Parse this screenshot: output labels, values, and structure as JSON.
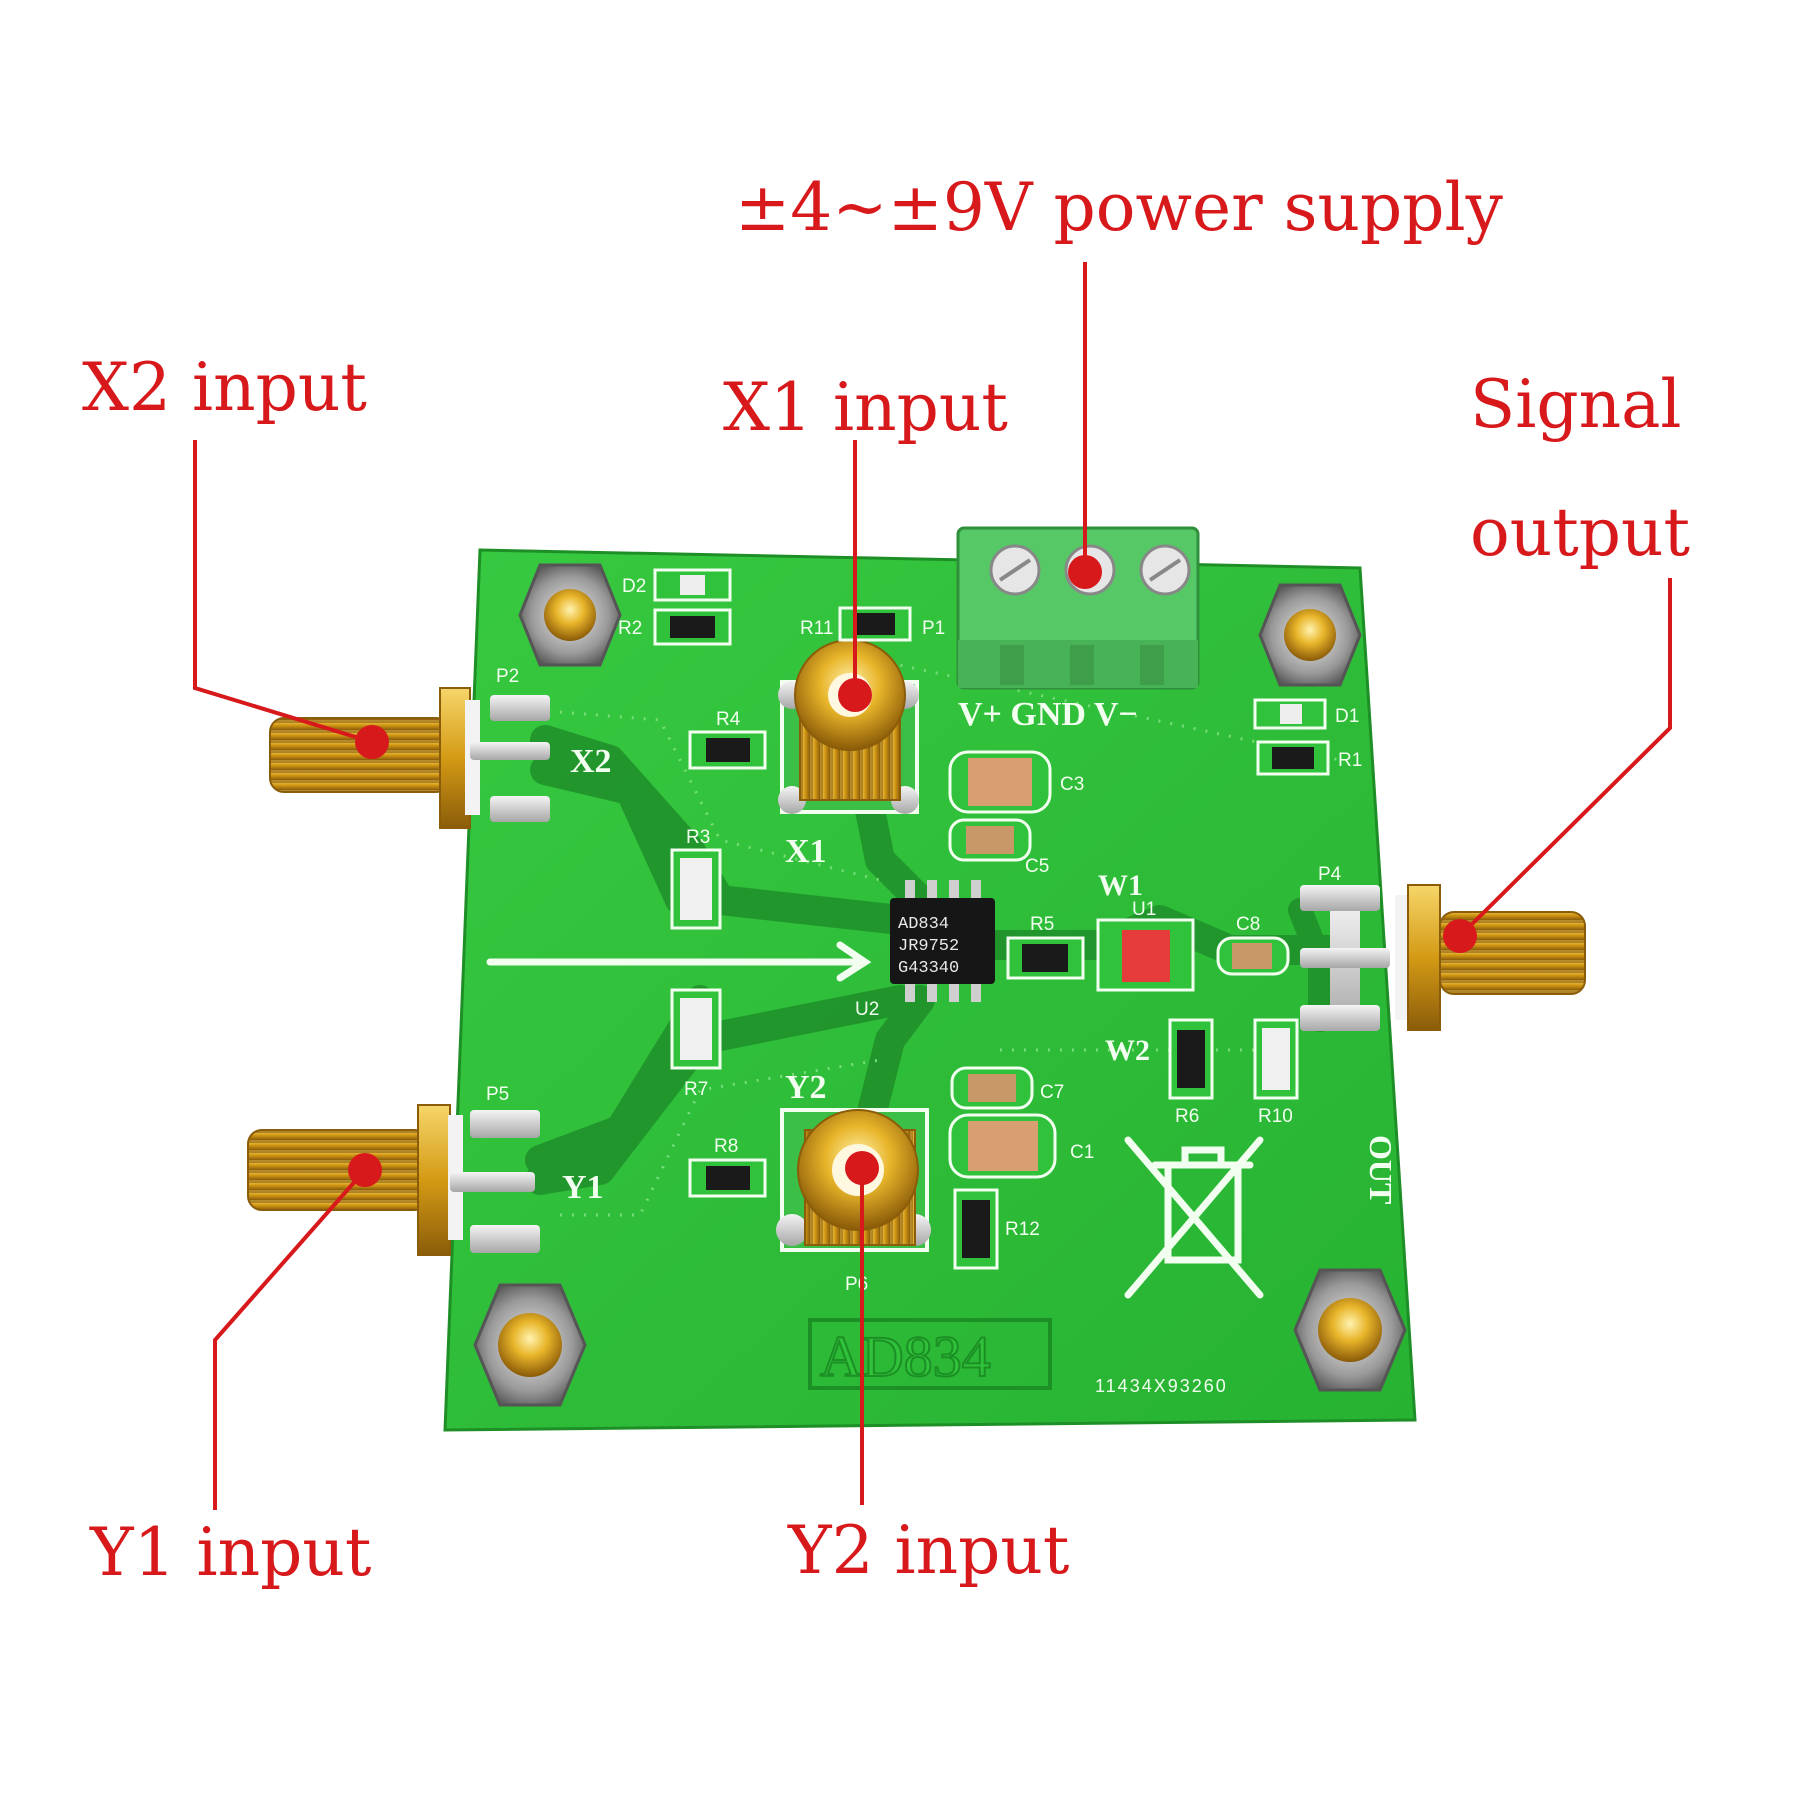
{
  "callouts": {
    "power": "±4~±9V power supply",
    "x2": "X2 input",
    "x1": "X1 input",
    "signal_line1": "Signal",
    "signal_line2": "output",
    "y1": "Y1 input",
    "y2": "Y2 input"
  },
  "board": {
    "chip_line1": "AD834",
    "chip_line2": "JR9752",
    "chip_line3": "G43340",
    "title_box": "AD834",
    "serial": "11434X93260",
    "terminal_label": "V+ GND V−",
    "labels": {
      "x2": "X2",
      "x1": "X1",
      "y1": "Y1",
      "y2": "Y2",
      "w1": "W1",
      "w2": "W2",
      "u1": "U1",
      "u2": "U2",
      "out": "OUT",
      "p1": "P1",
      "p2": "P2",
      "p4": "P4",
      "p5": "P5",
      "p6": "P6",
      "r1": "R1",
      "r2": "R2",
      "r3": "R3",
      "r4": "R4",
      "r5": "R5",
      "r6": "R6",
      "r7": "R7",
      "r8": "R8",
      "r10": "R10",
      "r11": "R11",
      "r12": "R12",
      "c1": "C1",
      "c3": "C3",
      "c5": "C5",
      "c7": "C7",
      "c8": "C8",
      "d1": "D1",
      "d2": "D2"
    }
  },
  "colors": {
    "callout_red": "#d7191c",
    "pcb_green": "#2fc23a",
    "trace_green": "#1f8f2a",
    "silkscreen": "#f2fff0",
    "connector_gold": "#d9a21b",
    "terminal_green": "#56c866"
  }
}
